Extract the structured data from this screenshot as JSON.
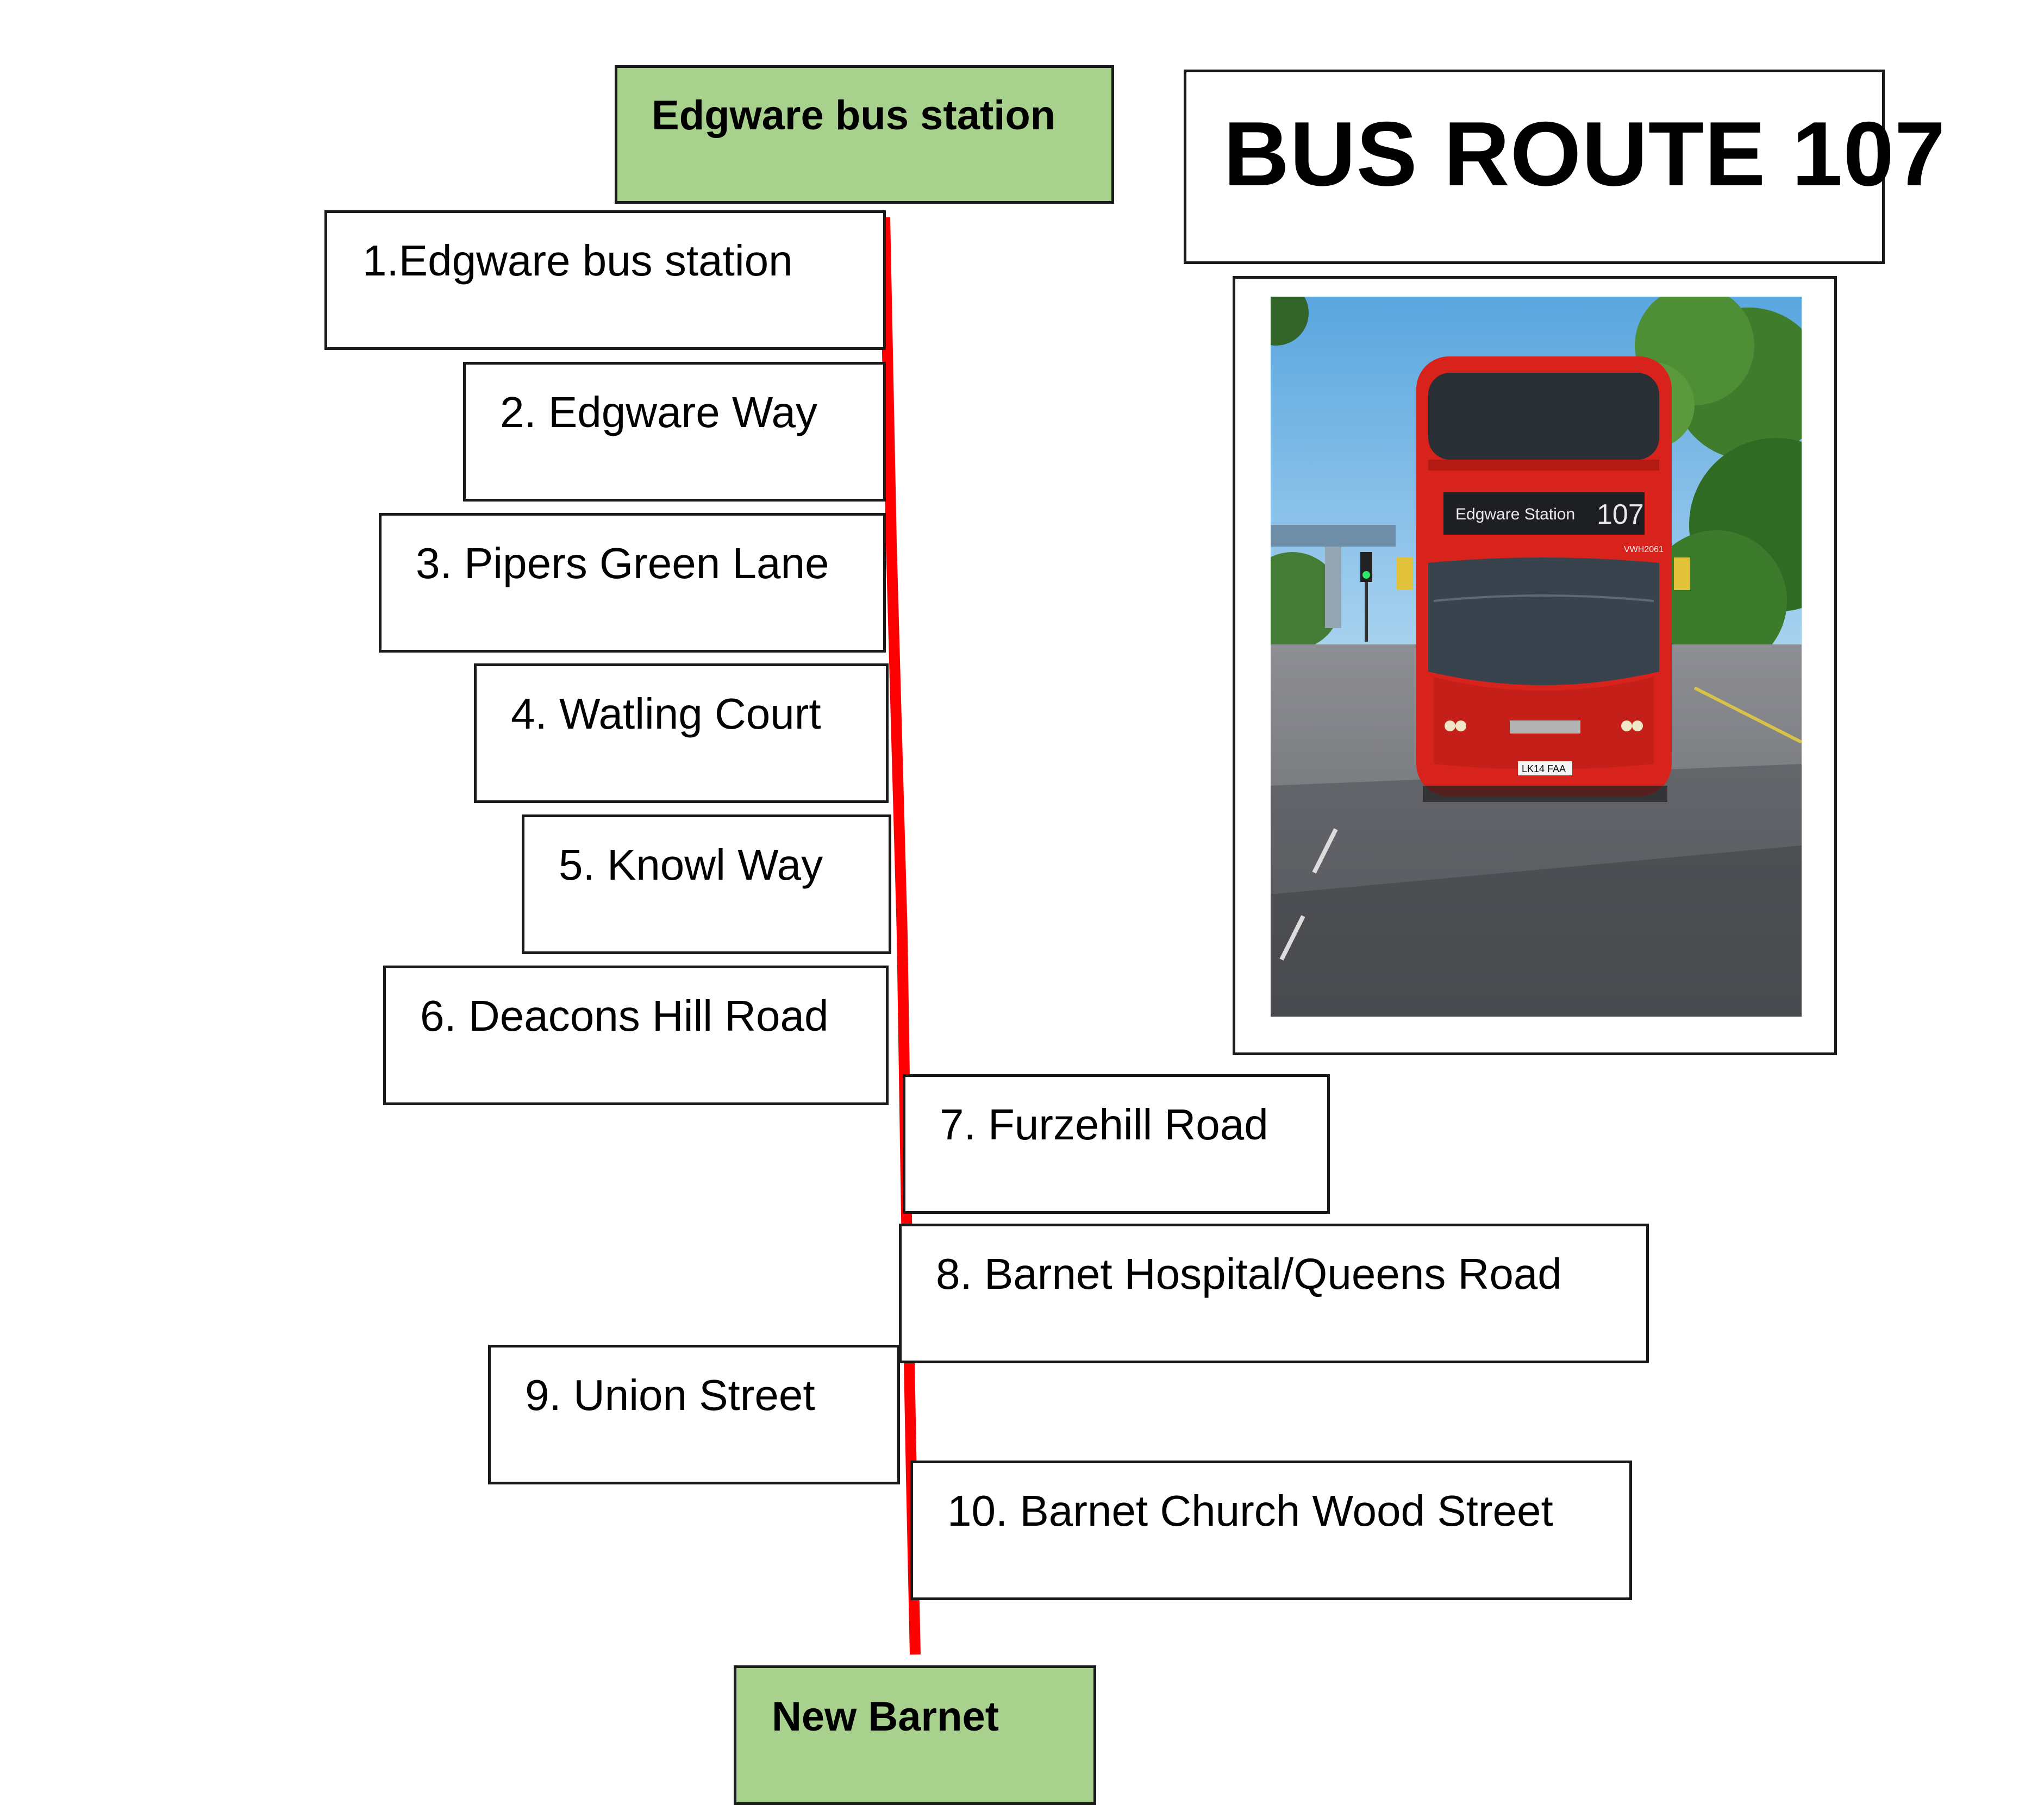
{
  "title": "BUS ROUTE 107",
  "terminus_start": "Edgware bus station",
  "terminus_end": "New Barnet",
  "route_line_color": "#ff0000",
  "terminus_color": "#a9d18e",
  "stops": [
    "1.Edgware bus station",
    "2. Edgware Way",
    "3. Pipers Green Lane",
    "4. Watling Court",
    "5. Knowl Way",
    "6. Deacons Hill Road",
    "7. Furzehill Road",
    "8. Barnet Hospital/Queens Road",
    "9. Union Street",
    "10. Barnet Church Wood Street"
  ],
  "photo": {
    "destination_display": "Edgware Station",
    "route_number_display": "107",
    "fleet_number": "VWH2061",
    "number_plate": "LK14 FAA",
    "bus_color": "#d8231c"
  }
}
